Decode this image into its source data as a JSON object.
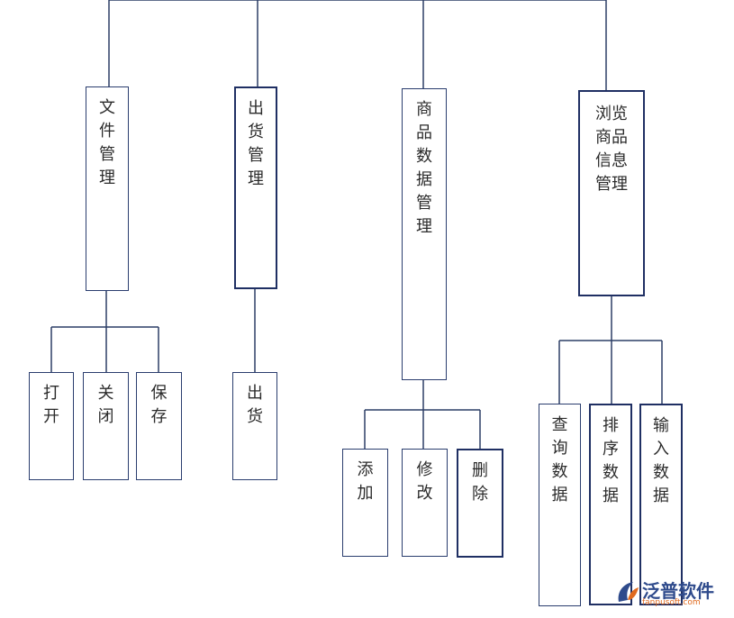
{
  "diagram": {
    "nodes": {
      "file_mgmt": "文\n件\n管\n理",
      "shipping_mgmt": "出\n货\n管\n理",
      "product_data_mgmt": "商\n品\n数\n据\n管\n理",
      "browse_mgmt": "浏览\n商品\n信息\n管理",
      "open": "打\n开",
      "close": "关\n闭",
      "save": "保\n存",
      "ship": "出\n货",
      "add": "添\n加",
      "modify": "修\n改",
      "delete": "删\n除",
      "query": "查\n询\n数\n据",
      "sort": "排\n序\n数\n据",
      "input": "输\n入\n数\n据"
    }
  },
  "watermark": {
    "text": "泛普软件",
    "url": "fanpusoft.com"
  },
  "colors": {
    "line": "#2c3e66",
    "border": "#1f2f63",
    "watermark_blue": "#2f4b8c",
    "watermark_orange": "#e06a1f"
  }
}
